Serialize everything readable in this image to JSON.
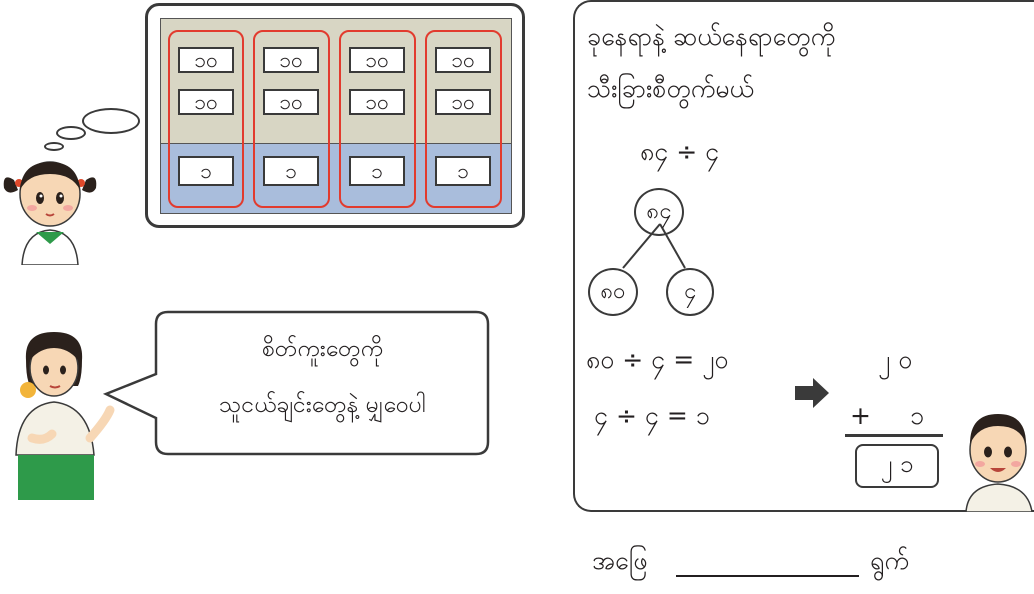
{
  "cards": {
    "tens_value": "၁၀",
    "ones_value": "၁",
    "tens_rows": 2,
    "group_count": 4
  },
  "speech": {
    "line1": "စိတ်ကူးတွေကို",
    "line2": "သူငယ်ချင်းတွေနဲ့ မျှဝေပါ"
  },
  "work": {
    "intro_line1": "ခုနေရာနဲ့ ဆယ်နေရာတွေကို",
    "intro_line2": "သီးခြားစီတွက်မယ်",
    "problem": "၈၄  ÷  ၄",
    "tree_root": "၈၄",
    "tree_left": "၈၀",
    "tree_right": "၄",
    "eq1": "၈၀ ÷ ၄  =  ၂၀",
    "eq2": "၄ ÷ ၄  =    ၁",
    "sum_top": "၂ ၀",
    "sum_plus": "+",
    "sum_second": "၁",
    "sum_result": "၂ ၁"
  },
  "answer": {
    "label": "အဖြေ",
    "unit": "ရွက်"
  },
  "colors": {
    "group_outline": "#e23b2e",
    "tens_zone": "#d8d6c4",
    "ones_zone": "#a9bddc",
    "girl_uniform_green": "#2e9a4a",
    "boy_shirt": "#f4f1e6"
  },
  "icons": [
    "girl-thinking-illustration",
    "girl-speaking-illustration",
    "boy-illustration",
    "right-arrow-icon"
  ]
}
